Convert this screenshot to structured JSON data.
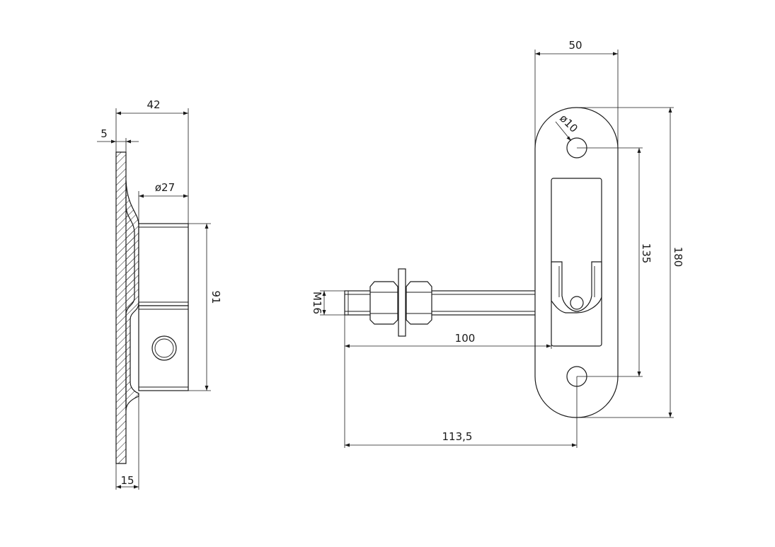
{
  "side_view": {
    "dim_width": "42",
    "dim_plate": "5",
    "dim_sleeve_diameter": "ø27",
    "dim_sleeve_length": "91",
    "dim_offset": "15"
  },
  "front_view": {
    "dim_plate_width": "50",
    "dim_hole_diameter": "ø10",
    "dim_hole_spacing": "135",
    "dim_plate_length": "180",
    "dim_thread": "M16",
    "dim_pin_length": "100",
    "dim_total_length": "113,5"
  },
  "colors": {
    "line": "#1a1a1a",
    "background": "#ffffff"
  }
}
